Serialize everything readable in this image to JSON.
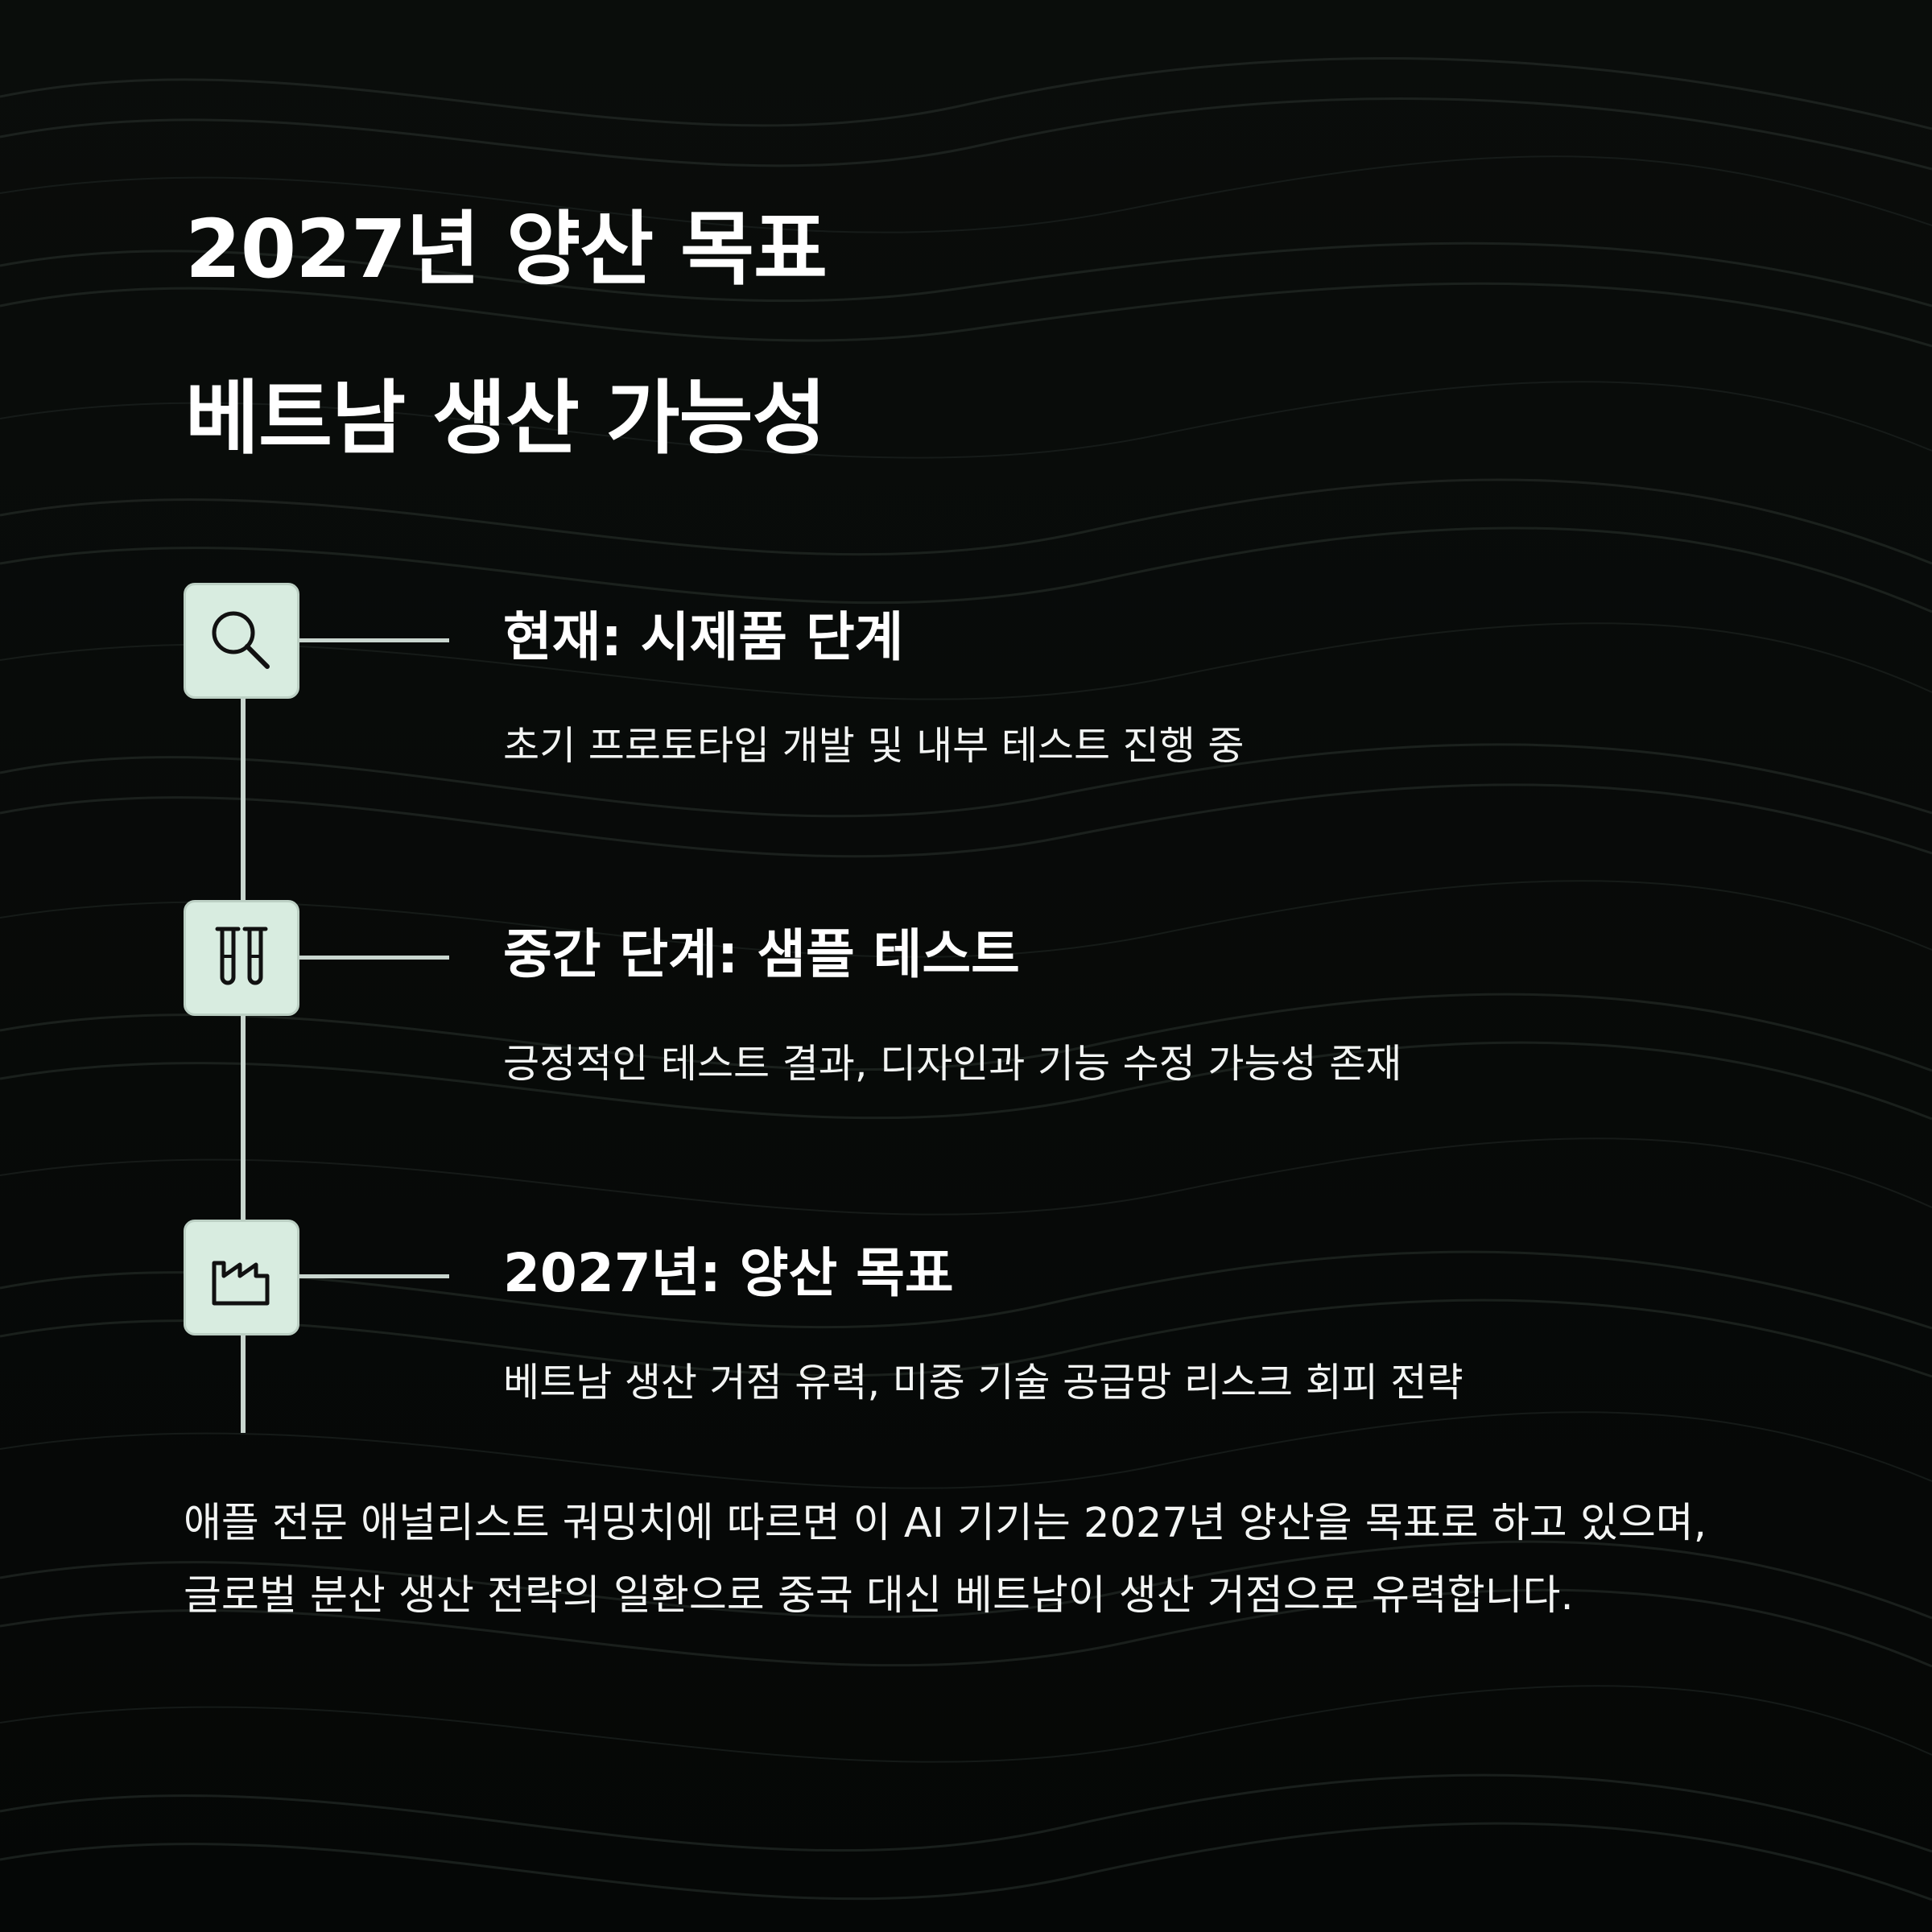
{
  "heading": {
    "line1": "2027년 양산 목표",
    "line2": "베트남 생산 가능성"
  },
  "steps": [
    {
      "icon": "magnifier-icon",
      "title": "현재: 시제품 단계",
      "description": "초기 프로토타입 개발 및 내부 테스트 진행 중"
    },
    {
      "icon": "test-tubes-icon",
      "title": "중간 단계: 샘플 테스트",
      "description": "긍정적인 테스트 결과, 디자인과 기능 수정 가능성 존재"
    },
    {
      "icon": "factory-icon",
      "title": "2027년: 양산 목표",
      "description": "베트남 생산 거점 유력, 미중 기술 공급망 리스크 회피 전략"
    }
  ],
  "note": "애플 전문 애널리스트 궈밍치에 따르면 이 AI 기기는 2027년 양산을 목표로 하고 있으며, 글로벌 분산 생산 전략의 일환으로 중국 대신 베트남이 생산 거점으로 유력합니다.",
  "colors": {
    "background": "#060807",
    "icon_box": "#d8ece0",
    "line": "#c9d6cf",
    "text": "#ffffff"
  }
}
